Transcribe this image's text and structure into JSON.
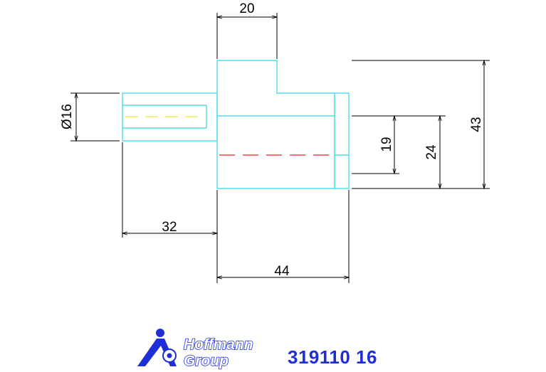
{
  "dimensions": {
    "top_width": "20",
    "shaft_diameter": "Ø16",
    "right_19": "19",
    "right_24": "24",
    "right_43": "43",
    "shaft_length": "32",
    "body_length": "44"
  },
  "logo": {
    "line1": "Hoffmann",
    "line2": "Group"
  },
  "part_number": "319110 16",
  "colors": {
    "outline": "#33d6e6",
    "centerline_red": "#e62020",
    "centerline_yellow": "#e6e600",
    "dimension": "#000000",
    "brand_blue": "#1e2fd8"
  }
}
